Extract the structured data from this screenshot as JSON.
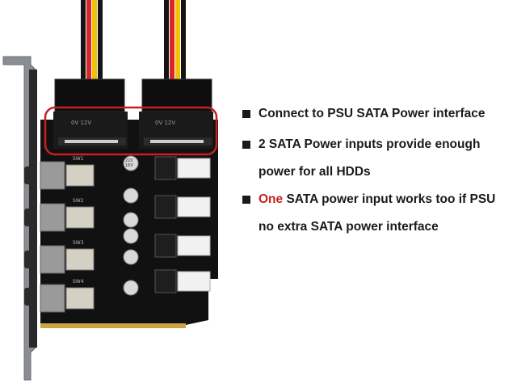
{
  "colors": {
    "highlight_box": "#c8201f",
    "accent_text": "#c8201f",
    "text": "#1a1a1a",
    "board": "#111111",
    "bracket": "#8a8d91",
    "wire_red": "#d8262a",
    "wire_yellow": "#f2c20a",
    "wire_black": "#141414"
  },
  "bullets": [
    {
      "lines": [
        "Connect to PSU SATA Power interface"
      ]
    },
    {
      "lines": [
        "2 SATA Power inputs provide enough",
        "power for all HDDs"
      ]
    },
    {
      "highlight": "One",
      "lines": [
        " SATA power input works too if PSU",
        "no extra SATA power interface"
      ]
    }
  ],
  "board": {
    "switch_labels": [
      "SW1",
      "SW2",
      "SW3",
      "SW4"
    ],
    "capacitor_text": [
      "220",
      "16V"
    ],
    "connector_text": "0V 12V"
  }
}
